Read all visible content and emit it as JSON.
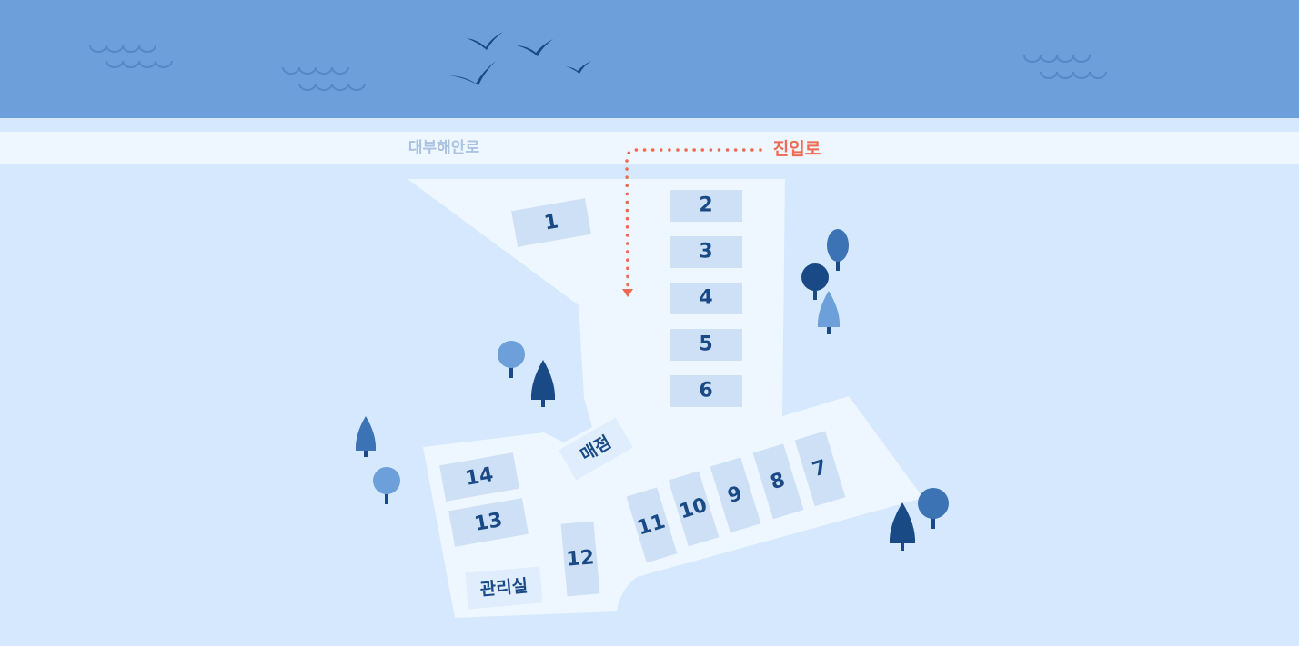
{
  "colors": {
    "sea": "#6d9fda",
    "ground": "#d5e8fd",
    "road": "#eef6ff",
    "lot": "#eef6ff",
    "slot": "#cde0f6",
    "label_dark": "#1a4a86",
    "road_label": "#a9c3e0",
    "entrance": "#ee6a52",
    "tree_dark": "#1a4a86",
    "tree_mid": "#3c73b4",
    "tree_light": "#6d9fda"
  },
  "road": {
    "name": "대부해안로"
  },
  "entrance": {
    "label": "진입로"
  },
  "sites": [
    {
      "id": "1",
      "label": "1"
    },
    {
      "id": "2",
      "label": "2"
    },
    {
      "id": "3",
      "label": "3"
    },
    {
      "id": "4",
      "label": "4"
    },
    {
      "id": "5",
      "label": "5"
    },
    {
      "id": "6",
      "label": "6"
    },
    {
      "id": "7",
      "label": "7"
    },
    {
      "id": "8",
      "label": "8"
    },
    {
      "id": "9",
      "label": "9"
    },
    {
      "id": "10",
      "label": "10"
    },
    {
      "id": "11",
      "label": "11"
    },
    {
      "id": "12",
      "label": "12"
    },
    {
      "id": "13",
      "label": "13"
    },
    {
      "id": "14",
      "label": "14"
    }
  ],
  "facilities": {
    "store": "매점",
    "office": "관리실"
  },
  "icons": {
    "birds": "bird-icon",
    "waves": "wave-icon",
    "trees": "tree-icon"
  }
}
